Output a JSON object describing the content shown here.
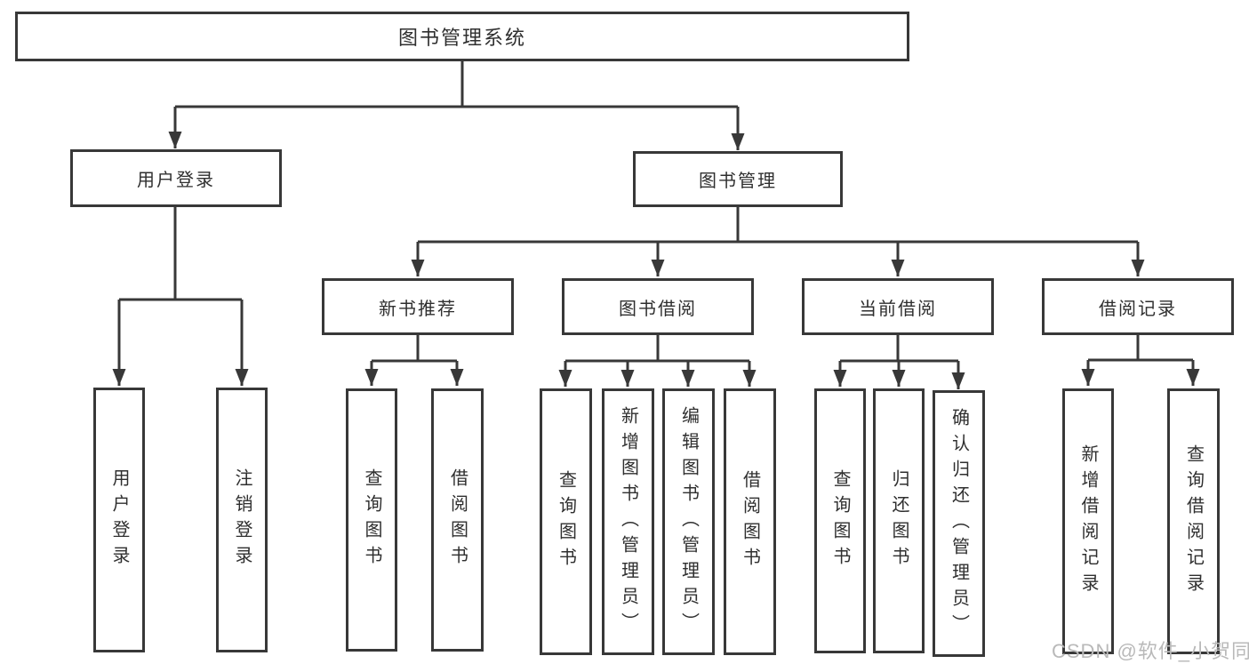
{
  "diagram": {
    "title": "图书管理系统",
    "tree": {
      "root": {
        "label": "图书管理系统"
      },
      "branches": [
        {
          "label": "用户登录",
          "children": [
            {
              "label": "用户登录"
            },
            {
              "label": "注销登录"
            }
          ]
        },
        {
          "label": "图书管理",
          "children": [
            {
              "label": "新书推荐",
              "children": [
                {
                  "label": "查询图书"
                },
                {
                  "label": "借阅图书"
                }
              ]
            },
            {
              "label": "图书借阅",
              "children": [
                {
                  "label": "查询图书"
                },
                {
                  "label": "新增图书（管理员）"
                },
                {
                  "label": "编辑图书（管理员）"
                },
                {
                  "label": "借阅图书"
                }
              ]
            },
            {
              "label": "当前借阅",
              "children": [
                {
                  "label": "查询图书"
                },
                {
                  "label": "归还图书"
                },
                {
                  "label": "确认归还（管理员）"
                }
              ]
            },
            {
              "label": "借阅记录",
              "children": [
                {
                  "label": "新增借阅记录"
                },
                {
                  "label": "查询借阅记录"
                }
              ]
            }
          ]
        }
      ]
    },
    "colors": {
      "line": "#383838",
      "box_border": "#383838",
      "box_fill": "#ffffff",
      "text": "#2f2f2f",
      "watermark": "#b9b9b9"
    }
  },
  "watermark": {
    "text": "CSDN @软件_小贺同学"
  }
}
